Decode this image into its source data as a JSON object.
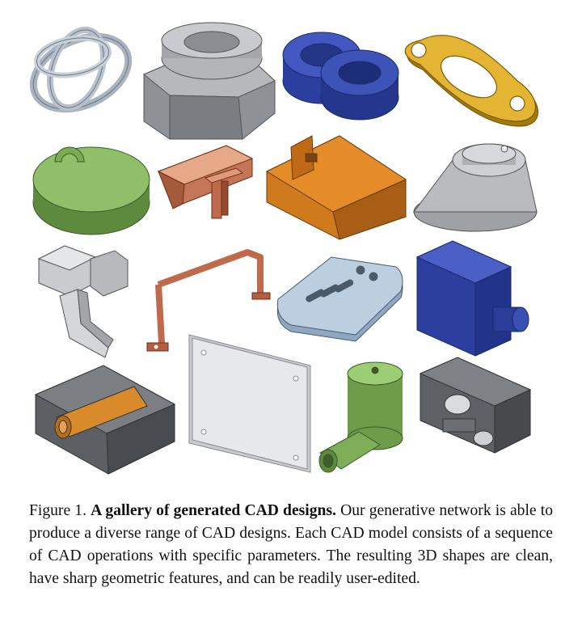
{
  "figure": {
    "label": "Figure 1.",
    "title": "A gallery of generated CAD designs.",
    "body": "Our generative network is able to produce a diverse range of CAD designs. Each CAD model consists of a sequence of CAD operations with specific parameters. The resulting 3D shapes are clean, have sharp geometric features, and can be readily user-edited."
  },
  "gallery": {
    "item_count": 16
  }
}
